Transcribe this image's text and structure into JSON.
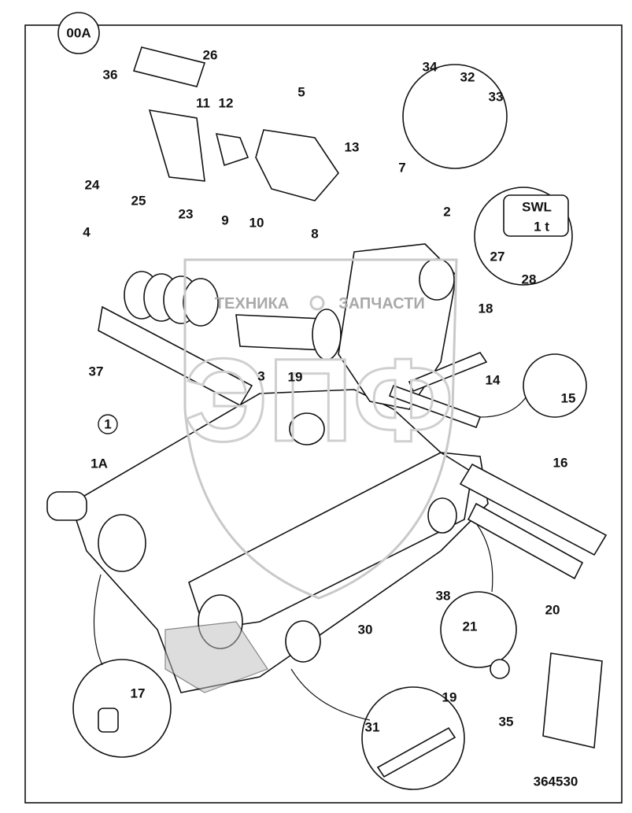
{
  "diagram": {
    "page_ref": "00A",
    "figure_number": "364530",
    "watermark": {
      "text_left": "ТЕХНИКА",
      "text_right": "ЗАПЧАСТИ",
      "logo": "ЭПФ"
    },
    "sign": {
      "line1": "SWL",
      "line2": "1 t"
    },
    "callouts": {
      "c26": "26",
      "c36": "36",
      "c11": "11",
      "c12": "12",
      "c5": "5",
      "c34": "34",
      "c32": "32",
      "c33": "33",
      "c13": "13",
      "c7": "7",
      "c24": "24",
      "c25": "25",
      "c23": "23",
      "c9": "9",
      "c10": "10",
      "c8": "8",
      "c2": "2",
      "c27": "27",
      "c28": "28",
      "c4": "4",
      "c18": "18",
      "c3": "3",
      "c19a": "19",
      "c37": "37",
      "c14": "14",
      "c15": "15",
      "c1": "1",
      "c1A": "1A",
      "c16": "16",
      "c38": "38",
      "c20": "20",
      "c30": "30",
      "c21": "21",
      "c17": "17",
      "c19b": "19",
      "c31": "31",
      "c35": "35"
    }
  }
}
